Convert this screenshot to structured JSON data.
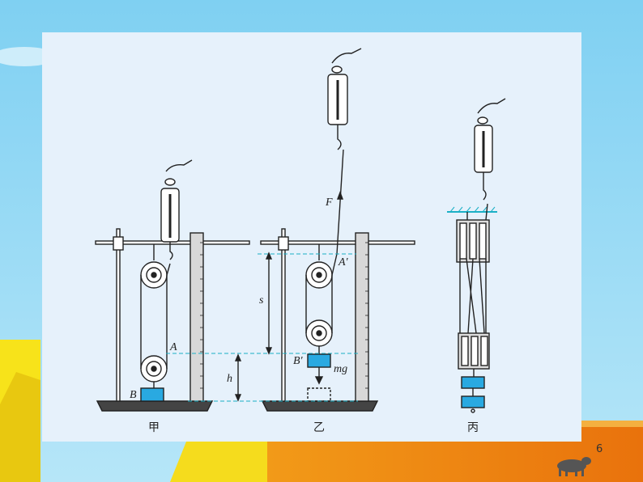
{
  "slide": {
    "page_number": "6",
    "colors": {
      "sky": "#7fcdf0",
      "panel": "#e6f1fb",
      "line": "#222222",
      "block": "#29a9e1",
      "ruler": "#d8d8d8",
      "dash": "#1bb0c6",
      "orange": "#ee8a10",
      "yellow": "#f7e31a"
    }
  },
  "diagram": {
    "panels": [
      {
        "caption": "甲",
        "labels": {
          "point_a": "A",
          "block": "B",
          "height": "h"
        }
      },
      {
        "caption": "乙",
        "labels": {
          "point_a": "A'",
          "block": "B'",
          "force": "F",
          "distance": "s",
          "weight": "mg"
        }
      },
      {
        "caption": "丙"
      }
    ]
  }
}
